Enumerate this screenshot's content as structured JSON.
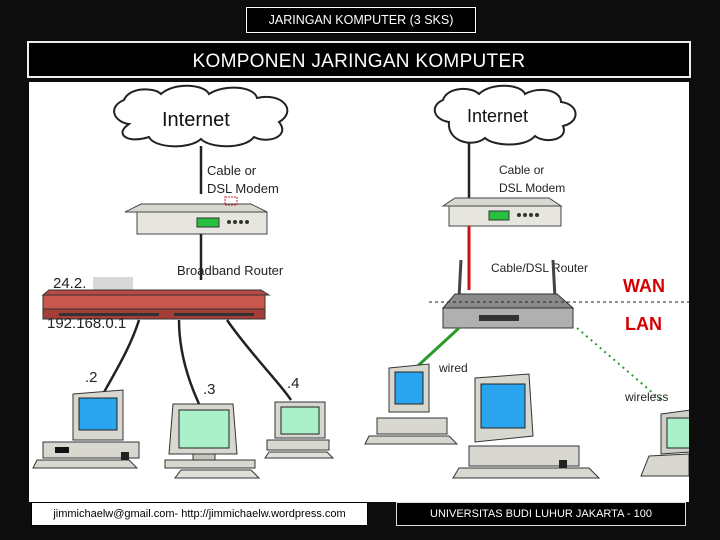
{
  "slide": {
    "top_title": "JARINGAN KOMPUTER (3 SKS)",
    "header": "KOMPONEN JARINGAN KOMPUTER",
    "footer_left": "jimmichaelw@gmail.com- http://jimmichaelw.wordpress.com",
    "footer_right": "UNIVERSITAS BUDI LUHUR JAKARTA - 100"
  },
  "diagram": {
    "left": {
      "cloud": "Internet",
      "modem_label_1": "Cable or",
      "modem_label_2": "DSL Modem",
      "router_label": "Broadband Router",
      "wan_ip": "24.2.",
      "lan_ip": "192.168.0.1",
      "pc1": ".2",
      "pc2": ".3",
      "pc3": ".4"
    },
    "right": {
      "cloud": "Internet",
      "modem_label_1": "Cable or",
      "modem_label_2": "DSL Modem",
      "router_label": "Cable/DSL Router",
      "wan": "WAN",
      "lan": "LAN",
      "wired": "wired",
      "wireless": "wireless"
    },
    "colors": {
      "wan_lan": "#d40000",
      "wired": "#2a9a2a",
      "wireless": "#2a9a2a"
    }
  }
}
